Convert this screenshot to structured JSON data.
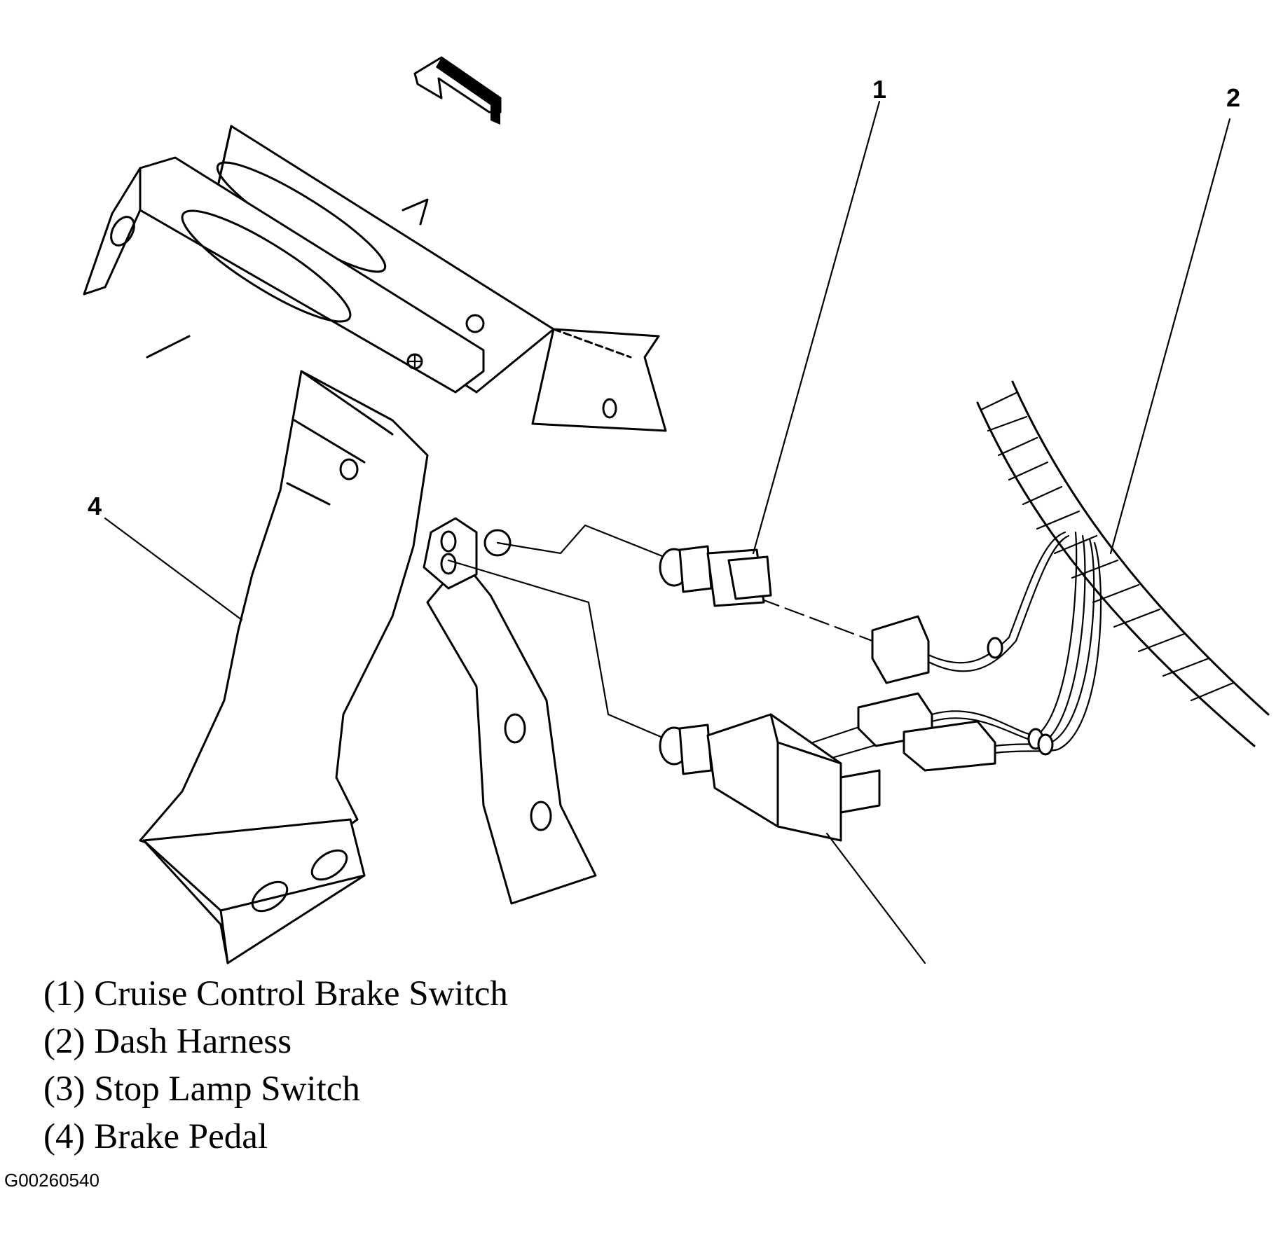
{
  "callouts": {
    "c1": "1",
    "c2": "2",
    "c4": "4"
  },
  "legend": [
    {
      "number": "(1)",
      "label": "Cruise Control Brake Switch"
    },
    {
      "number": "(2)",
      "label": "Dash Harness"
    },
    {
      "number": "(3)",
      "label": "Stop Lamp Switch"
    },
    {
      "number": "(4)",
      "label": "Brake Pedal"
    }
  ],
  "figure_id": "G00260540"
}
